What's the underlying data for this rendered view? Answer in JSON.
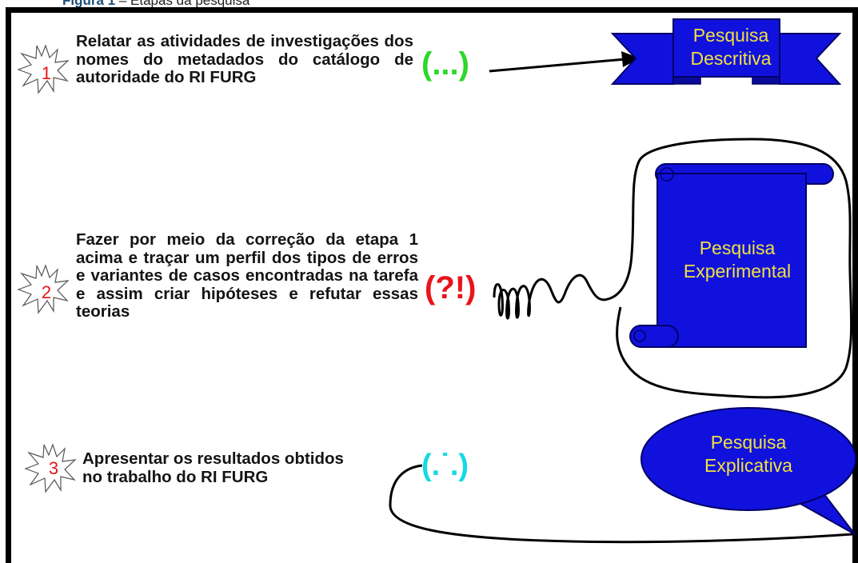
{
  "caption": {
    "figure": "Figura 1",
    "dash": " – ",
    "title": "Etapas da pesquisa"
  },
  "steps": [
    {
      "number": "1",
      "text_main": "Relatar as atividades de investigações dos nomes do metadados do catálogo de",
      "text_last": "autoridade do RI FURG",
      "symbol": "(...)",
      "symbol_color": "#2bd82b",
      "research_type_line1": "Pesquisa",
      "research_type_line2": "Descritiva",
      "shape": "ribbon-banner"
    },
    {
      "number": "2",
      "text": "Fazer por meio da correção da etapa 1 acima e traçar um perfil dos tipos de erros e variantes de casos encontradas na tarefa e assim criar hipóteses e refutar essas teorias",
      "symbol": "(?!)",
      "symbol_color": "#e8141a",
      "research_type_line1": "Pesquisa",
      "research_type_line2": "Experimental",
      "shape": "scroll"
    },
    {
      "number": "3",
      "text_line1": "Apresentar os resultados obtidos",
      "text_line2": "no trabalho do RI FURG",
      "symbol": "(.˙.)",
      "symbol_color": "#17d8e6",
      "research_type_line1": "Pesquisa",
      "research_type_line2": "Explicativa",
      "shape": "speech-bubble"
    }
  ],
  "colors": {
    "shape_fill": "#1111dd",
    "shape_stroke": "#000066",
    "label_text": "#f0e040",
    "number_text": "#e8141a"
  }
}
